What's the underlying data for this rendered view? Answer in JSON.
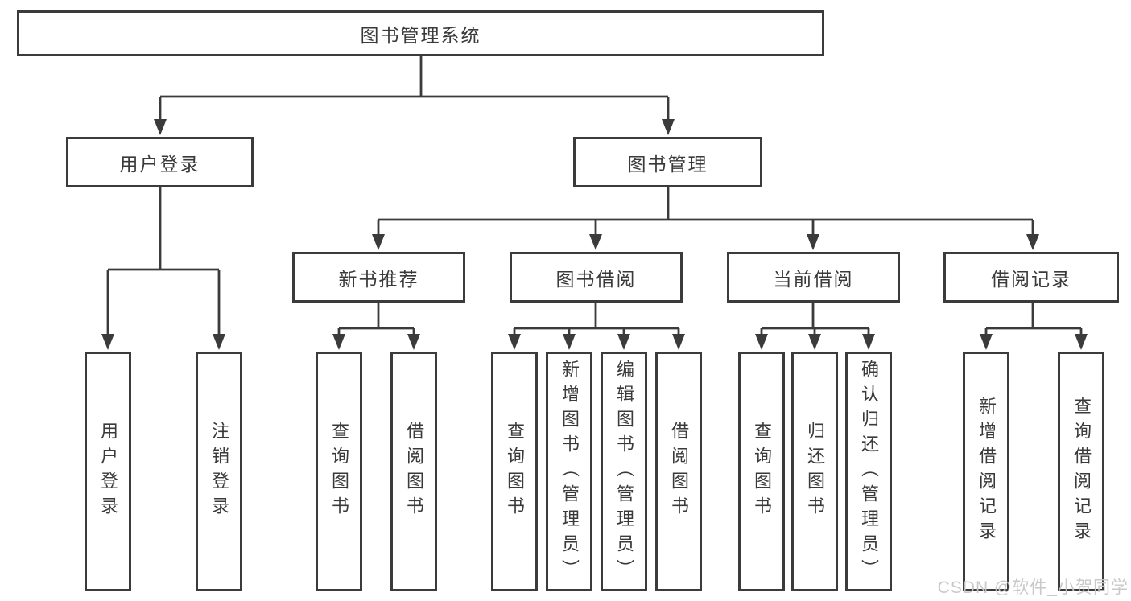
{
  "tree": {
    "root": "图书管理系统",
    "level2": [
      "用户登录",
      "图书管理"
    ],
    "level3": [
      "新书推荐",
      "图书借阅",
      "当前借阅",
      "借阅记录"
    ],
    "leaves": {
      "user_login": [
        "用户登录",
        "注销登录"
      ],
      "new_book_recommend": [
        "查询图书",
        "借阅图书"
      ],
      "book_borrow": [
        "查询图书",
        "新增图书（管理员）",
        "编辑图书（管理员）",
        "借阅图书"
      ],
      "current_borrow": [
        "查询图书",
        "归还图书",
        "确认归还（管理员）"
      ],
      "borrow_records": [
        "新增借阅记录",
        "查询借阅记录"
      ]
    }
  },
  "watermark": "CSDN @软件_小贺同学",
  "colors": {
    "line": "#3b3b3b",
    "text": "#3a3a3a",
    "background": "#ffffff",
    "watermark": "#c6c6c6"
  }
}
